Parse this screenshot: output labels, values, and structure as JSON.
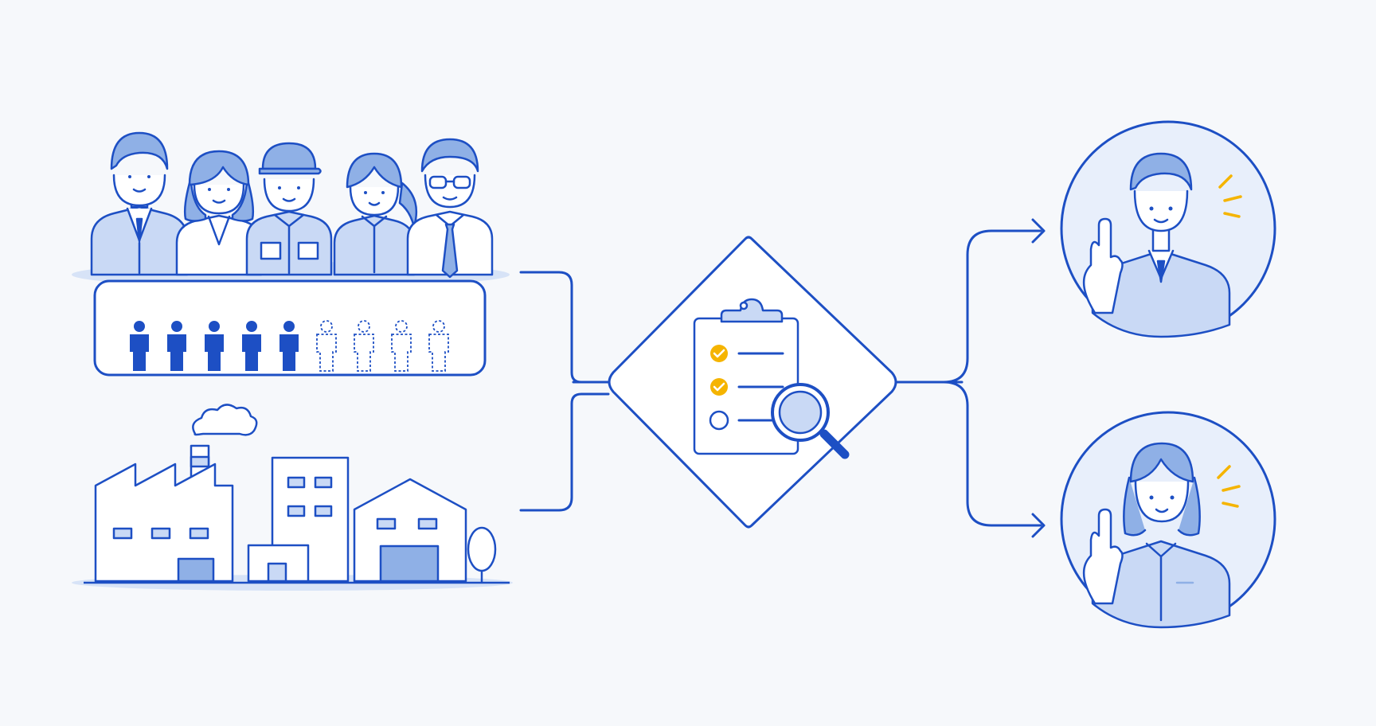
{
  "colors": {
    "primary": "#1d4fc4",
    "fill_light": "#c9d9f5",
    "fill_mid": "#8fb0e6",
    "fill_pale": "#e8effb",
    "accent": "#f5b400",
    "background": "#f6f8fb",
    "white": "#ffffff"
  },
  "workforce": {
    "total_slots": 9,
    "filled_slots": 5,
    "group_people": [
      "suit-man",
      "woman",
      "cap-worker",
      "ponytail-woman",
      "glasses-man"
    ]
  },
  "checklist": {
    "items": [
      {
        "checked": true
      },
      {
        "checked": true
      },
      {
        "checked": false
      }
    ]
  },
  "candidates": [
    {
      "type": "man-in-suit"
    },
    {
      "type": "woman-in-work-uniform"
    }
  ],
  "icons": [
    "people-group-icon",
    "headcount-icon",
    "factory-icon",
    "office-building-icon",
    "warehouse-icon",
    "tree-icon",
    "cloud-icon",
    "clipboard-icon",
    "magnifier-icon",
    "check-icon",
    "arrow-right-icon"
  ]
}
